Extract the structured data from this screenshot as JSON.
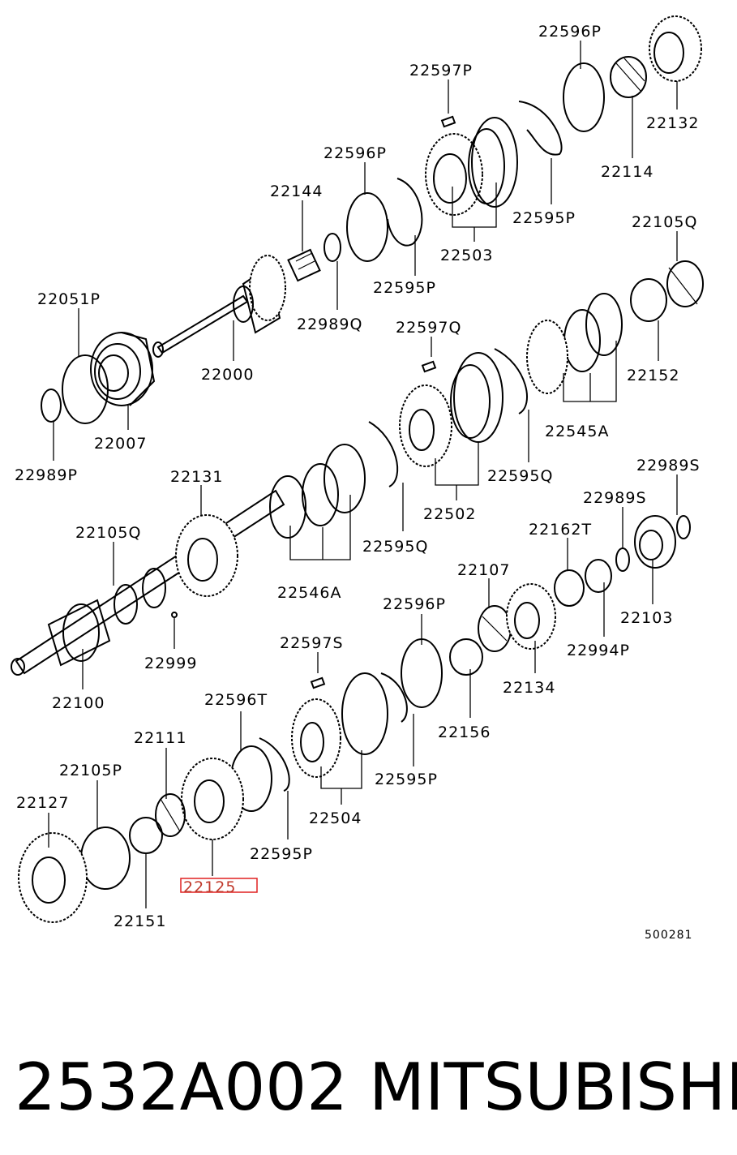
{
  "diagram": {
    "labels": [
      "22596P",
      "22597P",
      "22132",
      "22114",
      "22596P",
      "22144",
      "22595P",
      "22503",
      "22105Q",
      "22051P",
      "22989Q",
      "22595P",
      "22000",
      "22597Q",
      "22152",
      "22007",
      "22545A",
      "22989P",
      "22595Q",
      "22131",
      "22502",
      "22989S",
      "22989S",
      "22105Q",
      "22162T",
      "22595Q",
      "22546A",
      "22107",
      "22103",
      "22999",
      "22596P",
      "22994P",
      "22597S",
      "22100",
      "22134",
      "22596T",
      "22156",
      "22111",
      "22595P",
      "22105P",
      "22504",
      "22127",
      "22595P",
      "22125",
      "22151"
    ],
    "highlighted_label": "22125",
    "figure_code": "500281",
    "footer": {
      "part_number": "2532A002",
      "brand": "MITSUBISHI"
    }
  }
}
